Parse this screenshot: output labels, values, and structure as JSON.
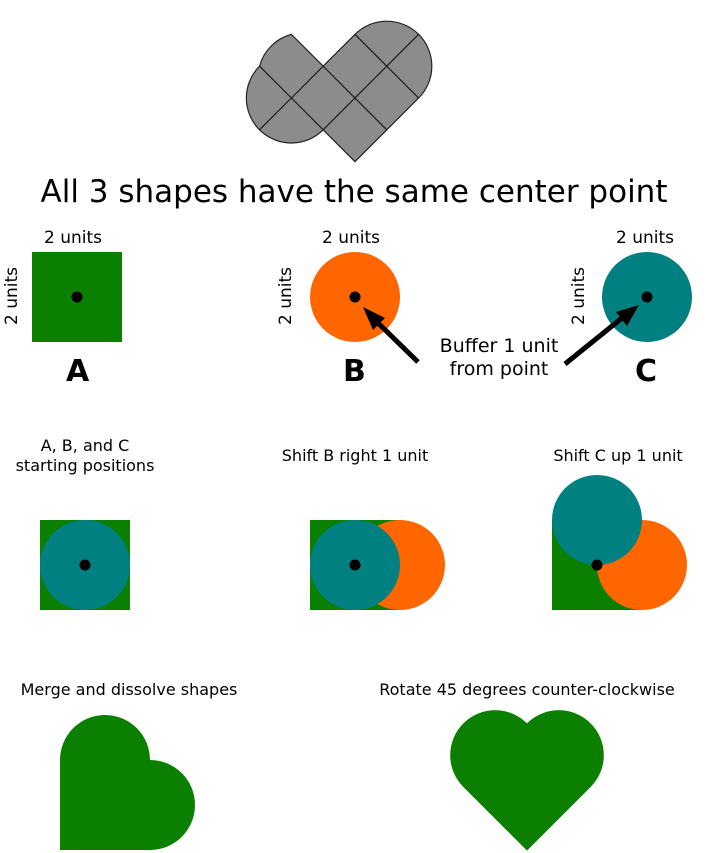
{
  "title": "All 3 shapes have the same center point",
  "unit_label": "2 units",
  "shape_labels": [
    "A",
    "B",
    "C"
  ],
  "buffer_note": [
    "Buffer 1 unit",
    "from point"
  ],
  "steps": {
    "start": [
      "A, B, and C",
      "starting positions"
    ],
    "shift_b": "Shift B right 1 unit",
    "shift_c": "Shift C up 1 unit",
    "merge": "Merge and dissolve shapes",
    "rotate": "Rotate 45 degrees counter-clockwise"
  },
  "colors": {
    "square": "#0b8000",
    "circle_b": "#ff6600",
    "circle_c": "#008080",
    "heart_tiles": "#8c8c8c",
    "point": "#000000"
  }
}
